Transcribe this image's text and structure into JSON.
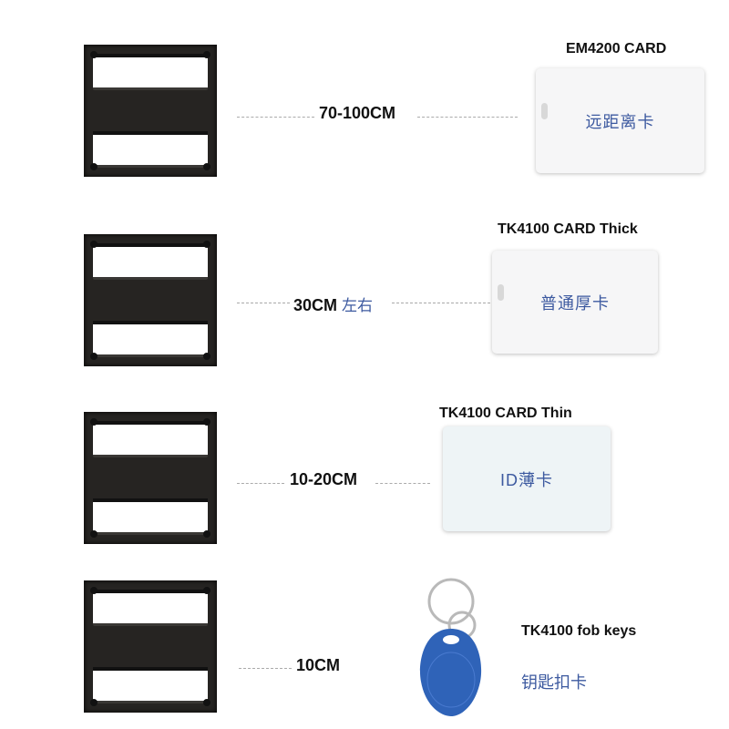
{
  "rows": [
    {
      "distance": "70-100CM",
      "distance_note": "",
      "card_label": "EM4200 CARD",
      "card_text": "远距离卡"
    },
    {
      "distance": "30CM",
      "distance_note": "左右",
      "card_label": "TK4100 CARD  Thick",
      "card_text": "普通厚卡"
    },
    {
      "distance": "10-20CM",
      "distance_note": "",
      "card_label": "TK4100 CARD  Thin",
      "card_text": "ID薄卡"
    },
    {
      "distance": "10CM",
      "distance_note": "",
      "card_label": "TK4100 fob keys",
      "card_text": "钥匙扣卡"
    }
  ],
  "colors": {
    "reader": "#262422",
    "chinese_text": "#3d5aa0",
    "fob": "#2f63b8"
  }
}
